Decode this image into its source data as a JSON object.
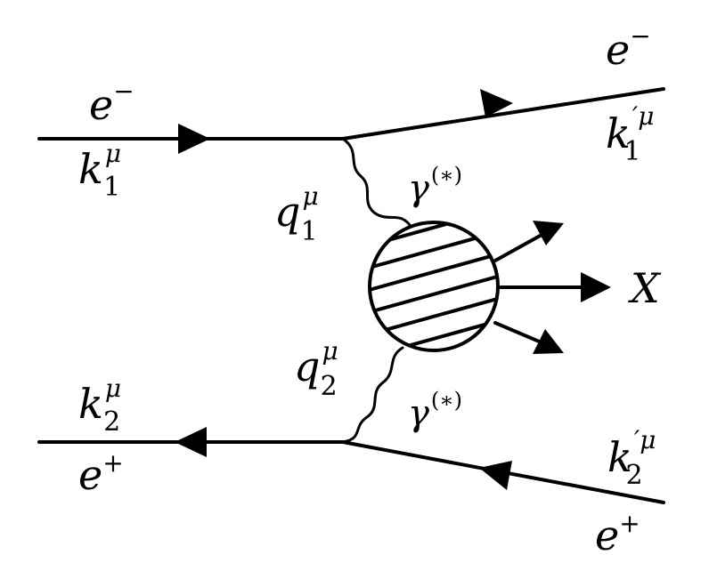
{
  "labels": {
    "e_minus_in": {
      "base": "e",
      "sup": "−"
    },
    "k1": {
      "base": "k",
      "sub": "1",
      "sup": "μ"
    },
    "e_minus_out": {
      "base": "e",
      "sup": "−"
    },
    "k1_prime": {
      "base": "k",
      "sub": "1",
      "sup": "′μ"
    },
    "gamma_top": {
      "base": "γ",
      "sup": "(∗)"
    },
    "q1": {
      "base": "q",
      "sub": "1",
      "sup": "μ"
    },
    "X": {
      "base": "X"
    },
    "q2": {
      "base": "q",
      "sub": "2",
      "sup": "μ"
    },
    "gamma_bottom": {
      "base": "γ",
      "sup": "(∗)"
    },
    "k2": {
      "base": "k",
      "sub": "2",
      "sup": "μ"
    },
    "e_plus_in": {
      "base": "e",
      "sup": "+"
    },
    "k2_prime": {
      "base": "k",
      "sub": "2",
      "sup": "′μ"
    },
    "e_plus_out": {
      "base": "e",
      "sup": "+"
    }
  }
}
